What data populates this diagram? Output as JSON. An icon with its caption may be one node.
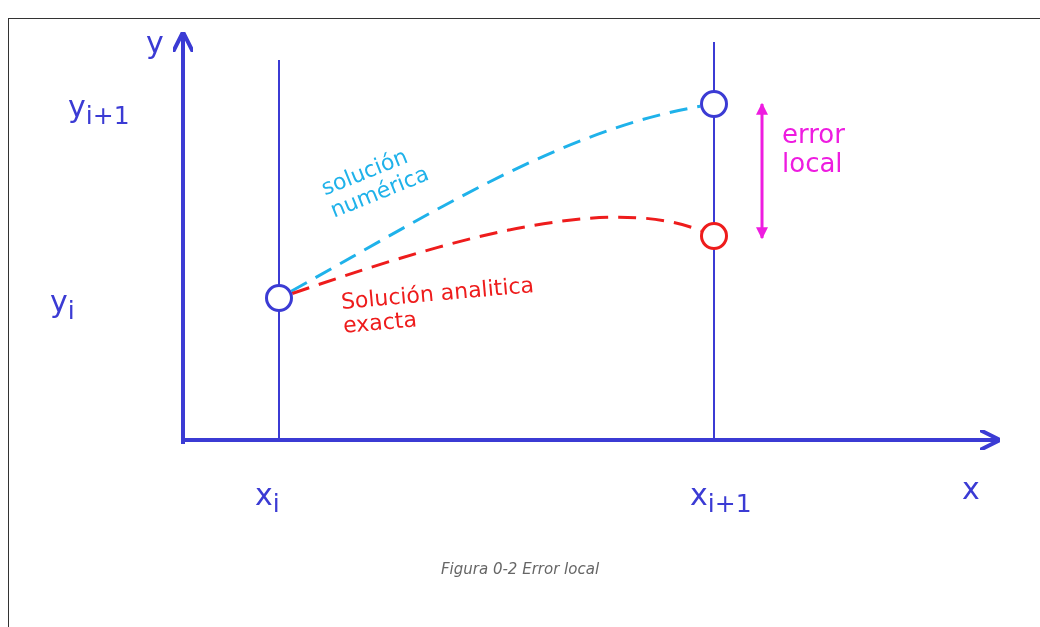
{
  "diagram": {
    "caption": "Figura 0-2 Error local",
    "nodes": [
      {
        "text": [],
        "shape": "circle"
      },
      {
        "text": [],
        "shape": "circle"
      },
      {
        "text": [],
        "shape": "circle"
      }
    ],
    "edges": [
      {
        "from": 0,
        "to": 1,
        "arrow": "none",
        "style": "dashed",
        "color": "#1fb2ea"
      },
      {
        "from": 0,
        "to": 2,
        "arrow": "none",
        "style": "dashed",
        "color": "#ee1c1c"
      }
    ],
    "labels": [
      "y",
      "y$_{i+1}$",
      "y$_{i}$",
      "x$_{i}$",
      "x$_{i+1}$",
      "x",
      "solución numérica",
      "Solución analitica exacta",
      "error local"
    ]
  }
}
